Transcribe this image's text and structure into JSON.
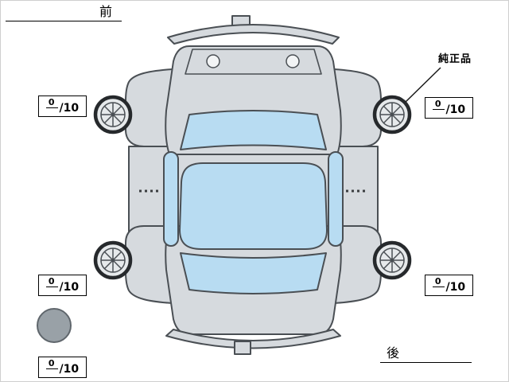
{
  "labels": {
    "front": "前",
    "rear": "後",
    "genuine_part": "純正品"
  },
  "scores": {
    "front_left": {
      "num": "0",
      "den": "/10"
    },
    "front_right": {
      "num": "0",
      "den": "/10"
    },
    "rear_left": {
      "num": "0",
      "den": "/10"
    },
    "rear_right": {
      "num": "0",
      "den": "/10"
    },
    "spare": {
      "num": "0",
      "den": "/10"
    }
  },
  "colors": {
    "body": "#d6dade",
    "glass": "#b8dcf2",
    "outline": "#4a4f54",
    "spare_tire": "#99a1a7"
  }
}
